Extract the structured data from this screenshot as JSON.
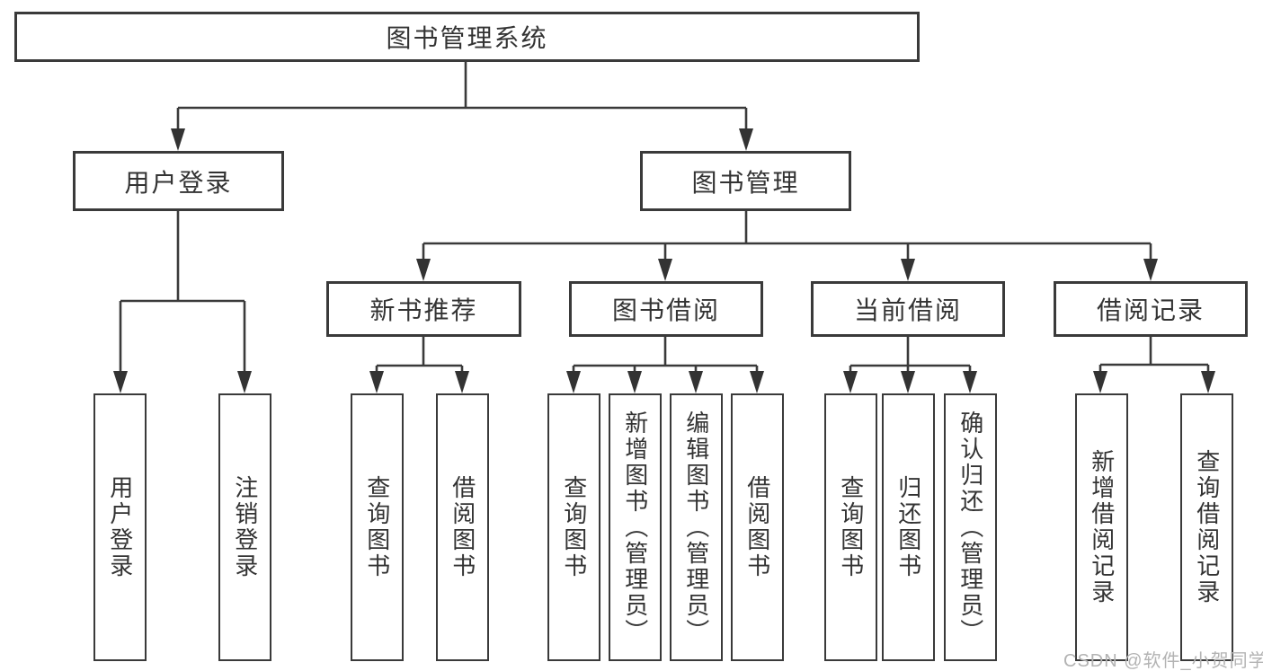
{
  "diagram": {
    "root": "图书管理系统",
    "level2": {
      "user_login": "用户登录",
      "book_management": "图书管理"
    },
    "level3": {
      "new_book_recommend": "新书推荐",
      "book_borrow": "图书借阅",
      "current_borrow": "当前借阅",
      "borrow_records": "借阅记录"
    },
    "leaves": {
      "user_login_1": "用户登录",
      "user_login_2": "注销登录",
      "new_book_1": "查询图书",
      "new_book_2": "借阅图书",
      "book_borrow_1": "查询图书",
      "book_borrow_2": "新增图书（管理员）",
      "book_borrow_3": "编辑图书（管理员）",
      "book_borrow_4": "借阅图书",
      "current_borrow_1": "查询图书",
      "current_borrow_2": "归还图书",
      "current_borrow_3": "确认归还（管理员）",
      "borrow_records_1": "新增借阅记录",
      "borrow_records_2": "查询借阅记录"
    },
    "watermark": "CSDN @软件_小贺同学",
    "colors": {
      "line": "#3a3a3a",
      "text": "#333333",
      "watermark": "#b3b3b3",
      "background": "#ffffff"
    }
  }
}
